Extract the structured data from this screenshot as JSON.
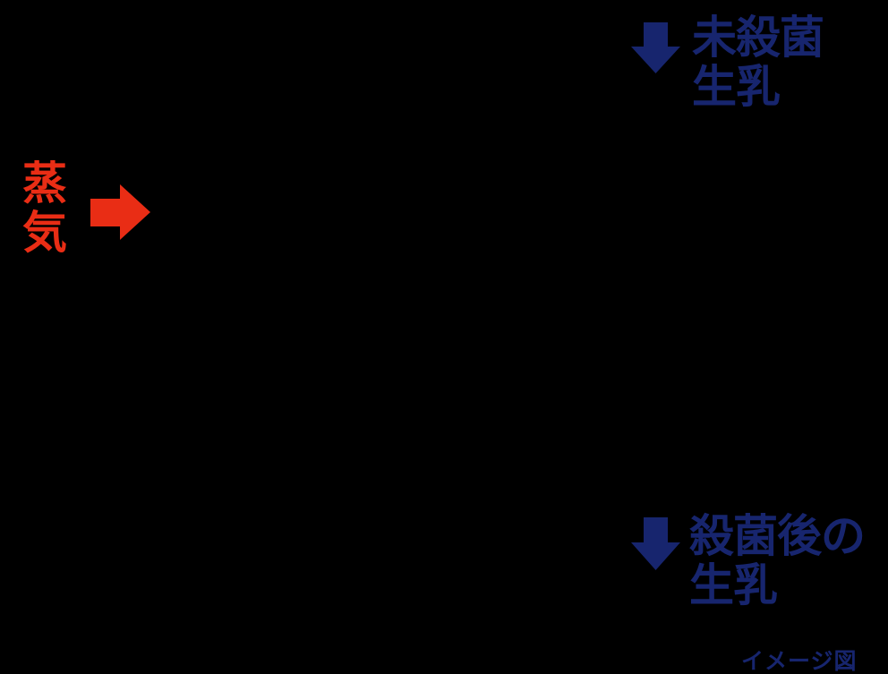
{
  "colors": {
    "background": "#000000",
    "navy": "#17256e",
    "red": "#e92d15"
  },
  "steam": {
    "line1": "蒸",
    "line2": "気"
  },
  "unpasteurized_milk": {
    "line1": "未殺菌",
    "line2": "生乳"
  },
  "pasteurized_milk": {
    "line1": "殺菌後の",
    "line2": "生乳"
  },
  "caption": "イメージ図"
}
